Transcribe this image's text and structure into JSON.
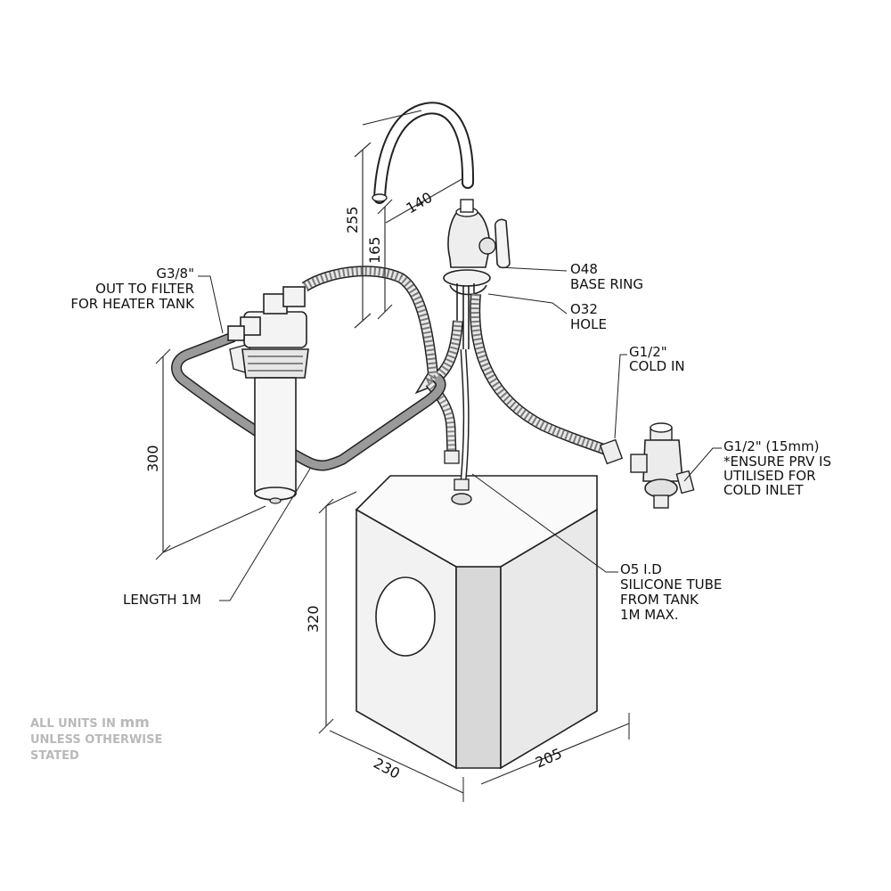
{
  "labels": {
    "g38": "G3/8\"",
    "out_to_filter": "OUT TO FILTER",
    "for_heater_tank": "FOR HEATER TANK",
    "o48": "O48",
    "base_ring": "BASE RING",
    "o32": "O32",
    "hole": "HOLE",
    "g12_cold": "G1/2\"",
    "cold_in": "COLD IN",
    "g12_15mm": "G1/2\" (15mm)",
    "ensure_prv": "*ENSURE PRV IS",
    "utilised_for": "UTILISED FOR",
    "cold_inlet": "COLD INLET",
    "o5_id": "O5 I.D",
    "silicone_tube": "SILICONE TUBE",
    "from_tank": "FROM TANK",
    "max_1m": "1M MAX.",
    "length_1m": "LENGTH 1M"
  },
  "dimensions": {
    "d255": "255",
    "d165": "165",
    "d140": "140",
    "d300": "300",
    "d320": "320",
    "d230": "230",
    "d205": "205"
  },
  "units_note": {
    "line1_prefix": "ALL UNITS IN ",
    "line1_unit": "mm",
    "line2": "UNLESS OTHERWISE",
    "line3": "STATED"
  }
}
